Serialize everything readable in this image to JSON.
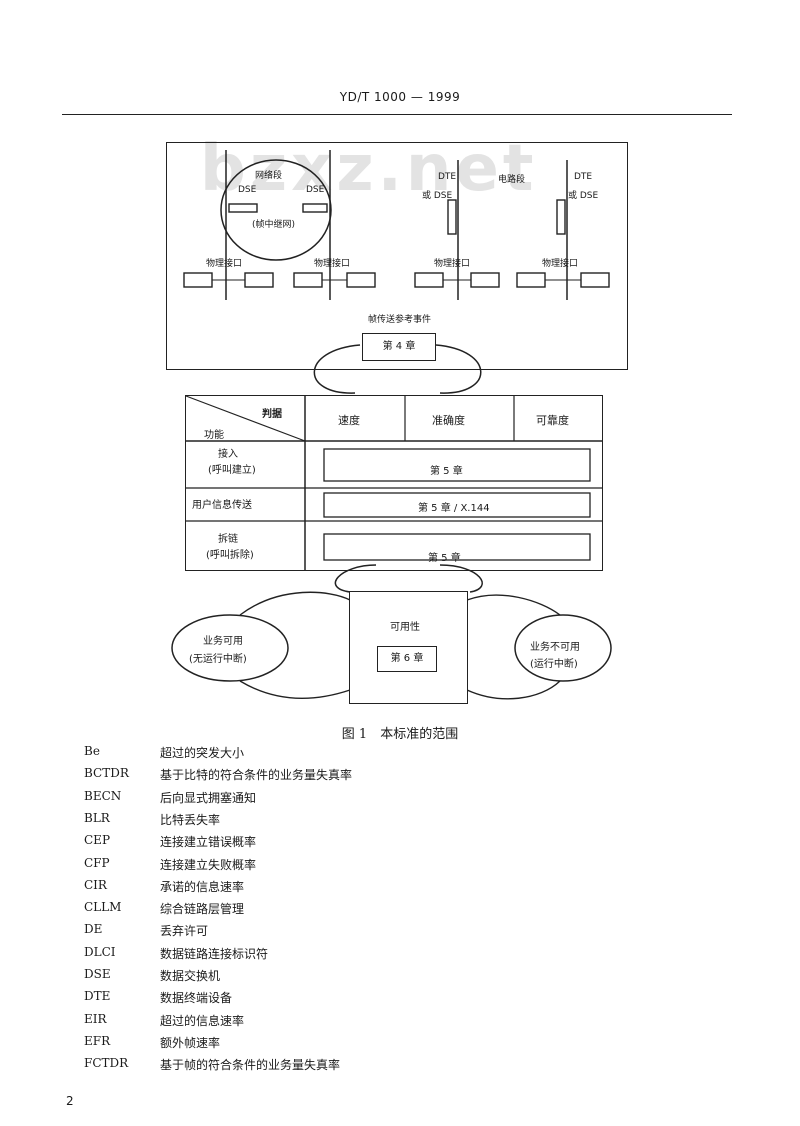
{
  "header": {
    "standard_no": "YD/T 1000 — 1999"
  },
  "watermark": "bzxz.net",
  "figure": {
    "top_panel": {
      "network_segment": "网络段",
      "dse_left": "DSE",
      "dse_right": "DSE",
      "frame_relay_net": "(帧中继网)",
      "dte_1": "DTE",
      "or_dse_1": "或 DSE",
      "circuit_segment": "电路段",
      "dte_2": "DTE",
      "or_dse_2": "或 DSE",
      "physical_interface": [
        "物理接口",
        "物理接口",
        "物理接口",
        "物理接口"
      ],
      "ref_event": "帧传送参考事件",
      "chapter_box": "第 4 章"
    },
    "matrix": {
      "corner_criterion": "判据",
      "corner_function": "功能",
      "col_speed": "速度",
      "col_accuracy": "准确度",
      "col_reliability": "可靠度",
      "row1_line1": "接入",
      "row1_line2": "(呼叫建立)",
      "row1_cell": "第 5 章",
      "row2": "用户信息传送",
      "row2_cell": "第 5 章 / X.144",
      "row3_line1": "拆链",
      "row3_line2": "(呼叫拆除)",
      "row3_cell": "第 5 章"
    },
    "availability": {
      "left_line1": "业务可用",
      "left_line2": "(无运行中断)",
      "center_title": "可用性",
      "center_chapter": "第 6 章",
      "right_line1": "业务不可用",
      "right_line2": "(运行中断)"
    },
    "caption": "图 1　本标准的范围"
  },
  "abbreviations": [
    {
      "code": "Be",
      "def": "超过的突发大小"
    },
    {
      "code": "BCTDR",
      "def": "基于比特的符合条件的业务量失真率"
    },
    {
      "code": "BECN",
      "def": "后向显式拥塞通知"
    },
    {
      "code": "BLR",
      "def": "比特丢失率"
    },
    {
      "code": "CEP",
      "def": "连接建立错误概率"
    },
    {
      "code": "CFP",
      "def": "连接建立失败概率"
    },
    {
      "code": "CIR",
      "def": "承诺的信息速率"
    },
    {
      "code": "CLLM",
      "def": "综合链路层管理"
    },
    {
      "code": "DE",
      "def": "丢弃许可"
    },
    {
      "code": "DLCI",
      "def": "数据链路连接标识符"
    },
    {
      "code": "DSE",
      "def": "数据交换机"
    },
    {
      "code": "DTE",
      "def": "数据终端设备"
    },
    {
      "code": "EIR",
      "def": "超过的信息速率"
    },
    {
      "code": "EFR",
      "def": "额外帧速率"
    },
    {
      "code": "FCTDR",
      "def": "基于帧的符合条件的业务量失真率"
    }
  ],
  "page_number": "2"
}
